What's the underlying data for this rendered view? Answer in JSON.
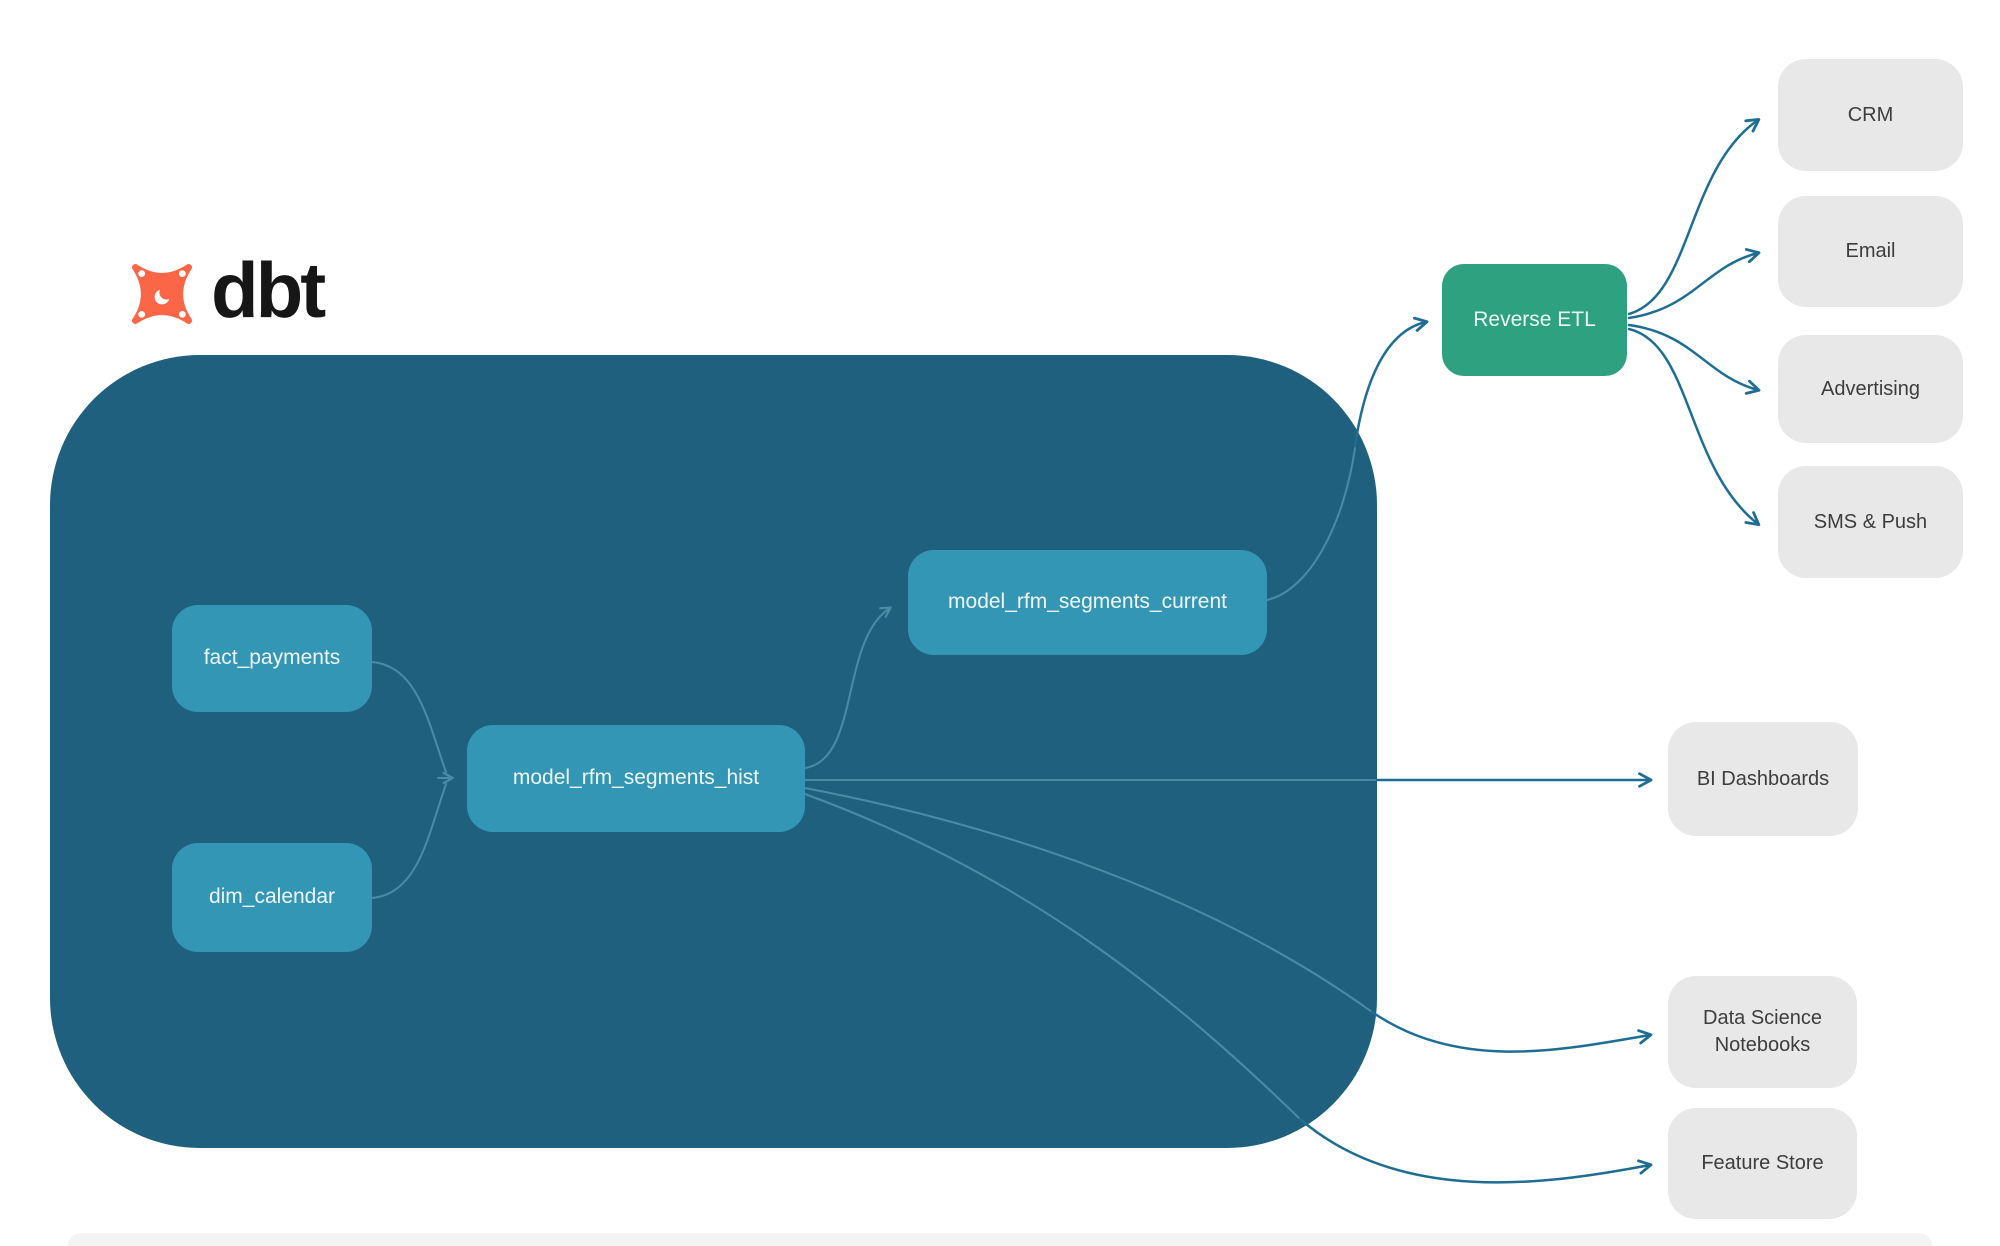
{
  "logo": {
    "text": "dbt"
  },
  "colors": {
    "page_bg": "#ffffff",
    "container": "#20607f",
    "node": "#3496b5",
    "node_text": "#eef6f9",
    "reverse_etl": "#2da180",
    "reverse_etl_text": "#eaf7f2",
    "dest_box": "#e8e8e8",
    "dest_text": "#3d3d3d",
    "arrow_dark": "#1e6e94",
    "arrow_light": "#4a8ba8",
    "logo_orange": "#fb6647",
    "logo_text": "#161616",
    "footer": "#f4f4f4"
  },
  "warehouse": {
    "nodes": [
      {
        "label": "fact_payments"
      },
      {
        "label": "dim_calendar"
      },
      {
        "label": "model_rfm_segments_hist"
      },
      {
        "label": "model_rfm_segments_current"
      }
    ]
  },
  "reverse_etl": {
    "label": "Reverse ETL"
  },
  "destinations": [
    {
      "label": "CRM"
    },
    {
      "label": "Email"
    },
    {
      "label": "Advertising"
    },
    {
      "label": "SMS & Push"
    }
  ],
  "outputs": [
    {
      "label": "BI Dashboards"
    },
    {
      "label": "Data Science Notebooks"
    },
    {
      "label": "Feature Store"
    }
  ]
}
